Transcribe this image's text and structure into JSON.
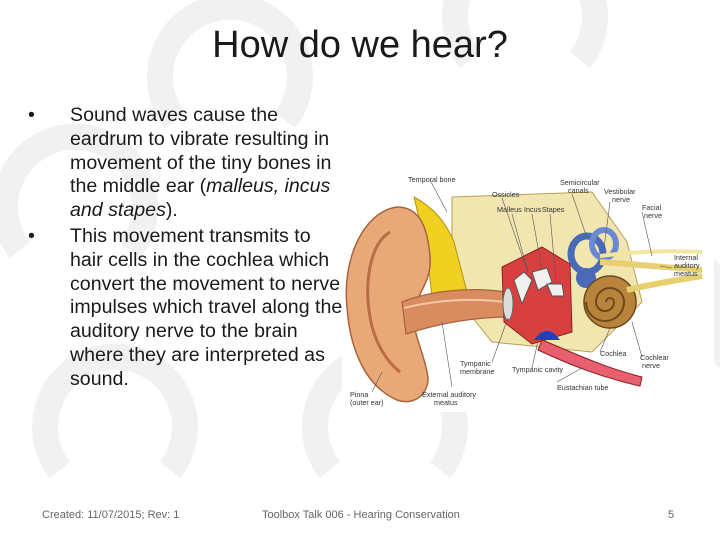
{
  "slide": {
    "title": "How do we hear?",
    "bullets": [
      {
        "before": "Sound waves cause the eardrum to vibrate resulting in movement of the tiny bones in the middle ear (",
        "italic": "malleus, incus and stapes",
        "after": ")."
      },
      {
        "before": "This movement transmits to hair cells in the cochlea which convert the movement to nerve impulses which travel along the auditory nerve to the brain where they are interpreted as sound.",
        "italic": "",
        "after": ""
      }
    ],
    "bullet_symbol": "•"
  },
  "diagram": {
    "labels": {
      "temporal_bone": "Temporal bone",
      "ossicles": "Ossicles",
      "malleus": "Malleus",
      "incus": "Incus",
      "stapes": "Stapes",
      "semicircular_1": "Semicircular",
      "semicircular_2": "canals",
      "vestibular_1": "Vestibular",
      "vestibular_2": "nerve",
      "facial_1": "Facial",
      "facial_2": "nerve",
      "internal_1": "Internal",
      "internal_2": "auditory",
      "internal_3": "meatus",
      "tympanic_membrane_1": "Tympanic",
      "tympanic_membrane_2": "membrane",
      "tympanic_cavity": "Tympanic cavity",
      "cochlea": "Cochlea",
      "cochlear_nerve_1": "Cochlear",
      "cochlear_nerve_2": "nerve",
      "eustachian": "Eustachian tube",
      "external_1": "External auditory",
      "external_2": "meatus",
      "pinna_1": "Pinna",
      "pinna_2": "(outer ear)"
    }
  },
  "footer": {
    "created": "Created: 11/07/2015; Rev: 1",
    "talk": "Toolbox Talk 006 - Hearing Conservation",
    "page": "5"
  },
  "colors": {
    "skin": "#e8a878",
    "bone": "#f0d020",
    "middle_ear": "#d84040",
    "inner_ear": "#4a6ab8",
    "watermark": "#f1f1f1"
  }
}
